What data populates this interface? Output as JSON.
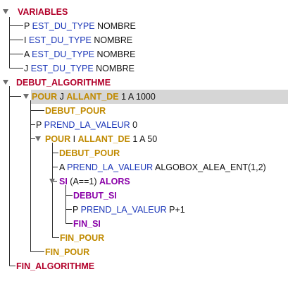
{
  "colors": {
    "algo_block": "#b2002a",
    "loop_block": "#c08a00",
    "cond_block": "#8a00a8",
    "keyword": "#1c37b8",
    "plain": "#111111",
    "selection": "#d6d6d6",
    "guide_line": "#2b2b2b"
  },
  "tree": {
    "variables": "VARIABLES",
    "var_p": {
      "name": "P",
      "kw": "EST_DU_TYPE",
      "type": "NOMBRE"
    },
    "var_i": {
      "name": "I",
      "kw": "EST_DU_TYPE",
      "type": "NOMBRE"
    },
    "var_a": {
      "name": "A",
      "kw": "EST_DU_TYPE",
      "type": "NOMBRE"
    },
    "var_j": {
      "name": "J",
      "kw": "EST_DU_TYPE",
      "type": "NOMBRE"
    },
    "debut_algo": "DEBUT_ALGORITHME",
    "pour_j": {
      "kw1": "POUR",
      "var": "J",
      "kw2": "ALLANT_DE",
      "from": "1",
      "kw3": "A",
      "to": "1000"
    },
    "debut_pour_1": "DEBUT_POUR",
    "p_init": {
      "var": "P",
      "kw": "PREND_LA_VALEUR",
      "val": "0"
    },
    "pour_i": {
      "kw1": "POUR",
      "var": "I",
      "kw2": "ALLANT_DE",
      "from": "1",
      "kw3": "A",
      "to": "50"
    },
    "debut_pour_2": "DEBUT_POUR",
    "a_assign": {
      "var": "A",
      "kw": "PREND_LA_VALEUR",
      "val": "ALGOBOX_ALEA_ENT(1,2)"
    },
    "si": {
      "kw1": "SI",
      "cond": "(A==1)",
      "kw2": "ALORS"
    },
    "debut_si": "DEBUT_SI",
    "p_incr": {
      "var": "P",
      "kw": "PREND_LA_VALEUR",
      "val": "P+1"
    },
    "fin_si": "FIN_SI",
    "fin_pour_2": "FIN_POUR",
    "fin_pour_1": "FIN_POUR",
    "fin_algo": "FIN_ALGORITHME"
  }
}
